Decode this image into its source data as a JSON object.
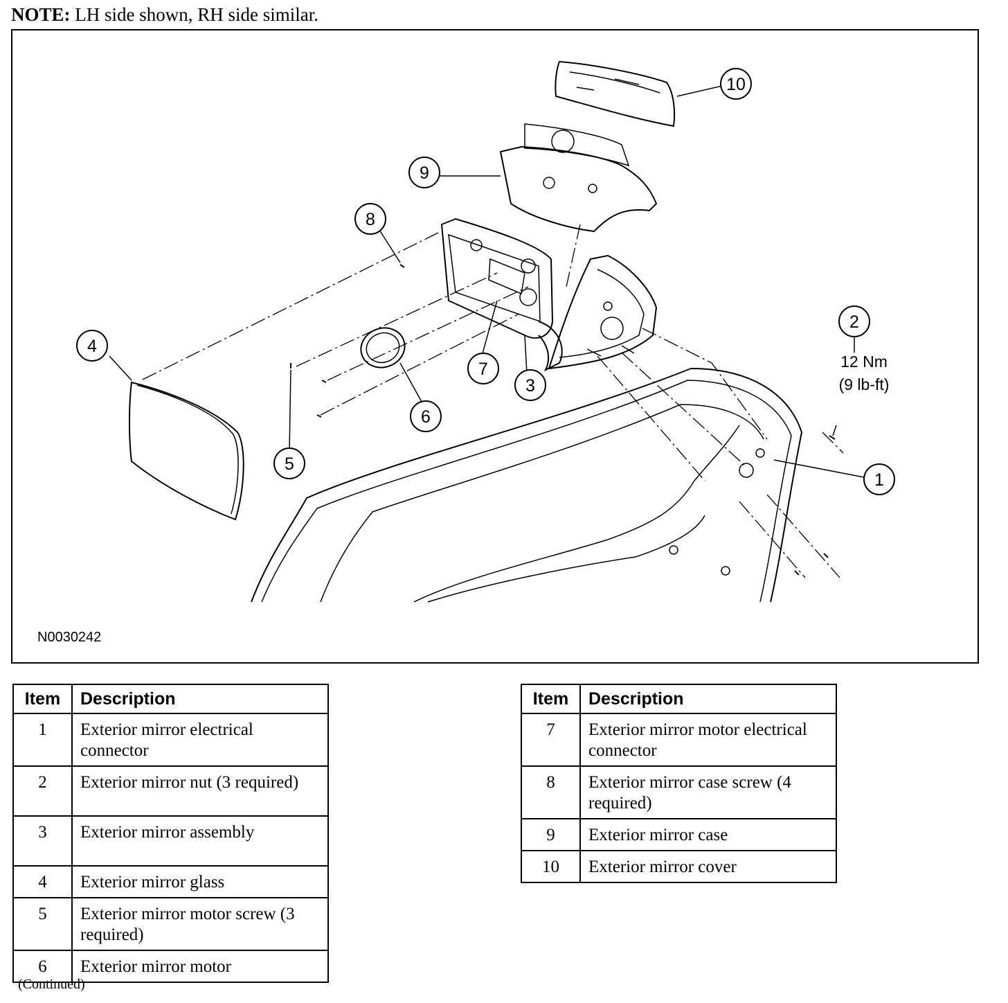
{
  "note": {
    "label": "NOTE:",
    "text": " LH side shown, RH side similar."
  },
  "figure": {
    "id": "N0030242",
    "torque": {
      "value": "12 Nm",
      "alt": "(9 lb-ft)"
    },
    "callouts": [
      "1",
      "2",
      "3",
      "4",
      "5",
      "6",
      "7",
      "8",
      "9",
      "10"
    ]
  },
  "table_headers": {
    "item": "Item",
    "description": "Description"
  },
  "parts_left": [
    {
      "item": "1",
      "description": "Exterior mirror electrical connector"
    },
    {
      "item": "2",
      "description": "Exterior mirror nut (3 required)"
    },
    {
      "item": "3",
      "description": "Exterior mirror assembly"
    },
    {
      "item": "4",
      "description": "Exterior mirror glass"
    },
    {
      "item": "5",
      "description": "Exterior mirror motor screw (3 required)"
    },
    {
      "item": "6",
      "description": "Exterior mirror motor"
    }
  ],
  "parts_right": [
    {
      "item": "7",
      "description": "Exterior mirror motor electrical connector"
    },
    {
      "item": "8",
      "description": "Exterior mirror case screw (4 required)"
    },
    {
      "item": "9",
      "description": "Exterior mirror case"
    },
    {
      "item": "10",
      "description": "Exterior mirror cover"
    }
  ],
  "continued": "(Continued)"
}
